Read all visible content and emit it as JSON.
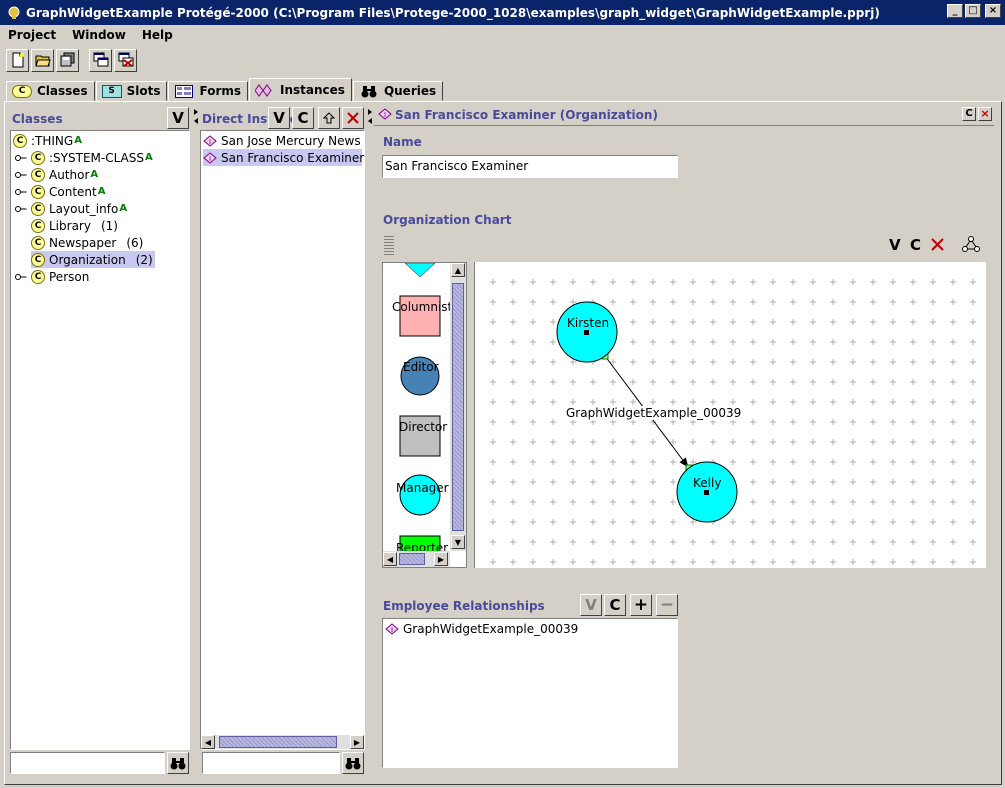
{
  "window": {
    "title": "GraphWidgetExample  Protégé-2000    (C:\\Program Files\\Protege-2000_1028\\examples\\graph_widget\\GraphWidgetExample.pprj)",
    "buttons": {
      "minimize": "_",
      "maximize": "□",
      "close": "×"
    }
  },
  "menu": {
    "items": [
      "Project",
      "Window",
      "Help"
    ]
  },
  "tabs": [
    {
      "label": "Classes",
      "icon": "C"
    },
    {
      "label": "Slots",
      "icon": "S"
    },
    {
      "label": "Forms",
      "icon": "F"
    },
    {
      "label": "Instances",
      "icon": "I"
    },
    {
      "label": "Queries",
      "icon": "Q"
    }
  ],
  "classes": {
    "title": "Classes",
    "view_btn": "V",
    "tree": [
      {
        "label": ":THING",
        "badge": "A"
      },
      {
        "label": ":SYSTEM-CLASS",
        "badge": "A"
      },
      {
        "label": "Author",
        "badge": "A"
      },
      {
        "label": "Content",
        "badge": "A"
      },
      {
        "label": "Layout_info",
        "badge": "A"
      },
      {
        "label": "Library",
        "count": "(1)"
      },
      {
        "label": "Newspaper",
        "count": "(6)"
      },
      {
        "label": "Organization",
        "count": "(2)"
      },
      {
        "label": "Person",
        "count": ""
      }
    ]
  },
  "instances": {
    "title": "Direct Instances",
    "buttons": {
      "view": "V",
      "create": "C"
    },
    "items": [
      "San Jose Mercury News",
      "San Francisco Examiner"
    ]
  },
  "form": {
    "header": "San Francisco Examiner  (Organization)",
    "header_btns": {
      "c": "C",
      "x": "×"
    },
    "name_label": "Name",
    "name_value": "San Francisco Examiner",
    "chart_label": "Organization Chart",
    "chart_btns": {
      "v": "V",
      "c": "C"
    },
    "palette": [
      "Columnist",
      "Editor",
      "Director",
      "Manager",
      "Reporter"
    ],
    "nodes": [
      {
        "label": "Kirsten"
      },
      {
        "label": "Kelly"
      }
    ],
    "edge_label": "GraphWidgetExample_00039",
    "rel_label": "Employee Relationships",
    "rel_btns": {
      "v": "V",
      "c": "C",
      "plus": "+",
      "minus": "−"
    },
    "rel_items": [
      "GraphWidgetExample_00039"
    ]
  },
  "colors": {
    "title_bar": "#0a246a",
    "label_blue": "#4a4a9c",
    "node_cyan": "#00ffff",
    "editor_blue": "#4682b4",
    "columnist_pink": "#ffb0b0",
    "reporter_green": "#00ff00",
    "selection": "#c8c8f0"
  }
}
